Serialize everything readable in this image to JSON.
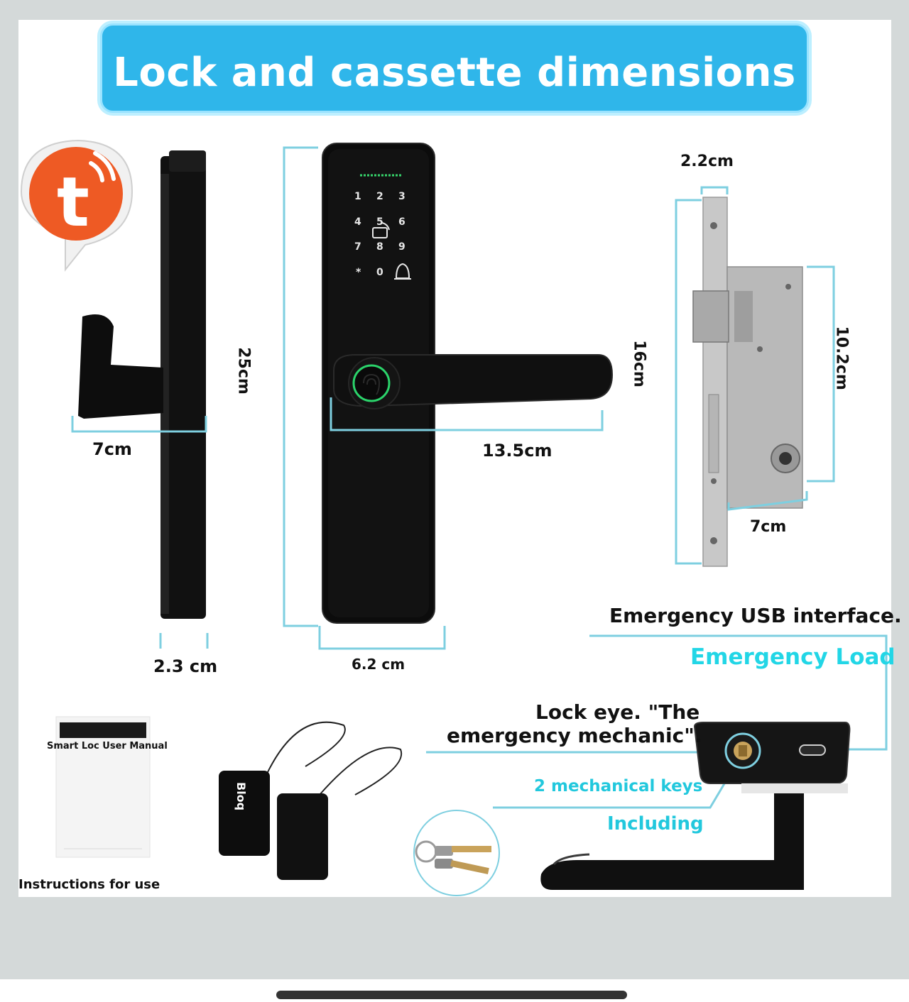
{
  "title": "Lock and cassette dimensions",
  "dimensions": {
    "handle_depth": "7cm",
    "thickness": "2.3 cm",
    "height": "25cm",
    "width": "6.2 cm",
    "handle_length": "13.5cm",
    "cassette_top": "2.2cm",
    "cassette_height": "16cm",
    "cassette_body_height": "10.2cm",
    "cassette_body_width": "7cm"
  },
  "keypad": {
    "keys": [
      "1",
      "2",
      "3",
      "4",
      "5",
      "6",
      "7",
      "8",
      "9",
      "*",
      "0"
    ]
  },
  "callouts": {
    "usb": "Emergency USB interface.",
    "load": "Emergency Load",
    "lock_eye_line1": "Lock eye. \"The",
    "lock_eye_line2": "emergency mechanic\".",
    "keys": "2 mechanical keys",
    "including": "Including"
  },
  "manual": {
    "cover": "Smart Loc User Manual",
    "caption": "Instructions for use"
  },
  "card_brand": "Bloq",
  "colors": {
    "banner": "#2fb6ea",
    "dimension_line": "#7ecfe0",
    "callout_cyan": "#22d6e6",
    "tuya_orange": "#ee5a24"
  }
}
